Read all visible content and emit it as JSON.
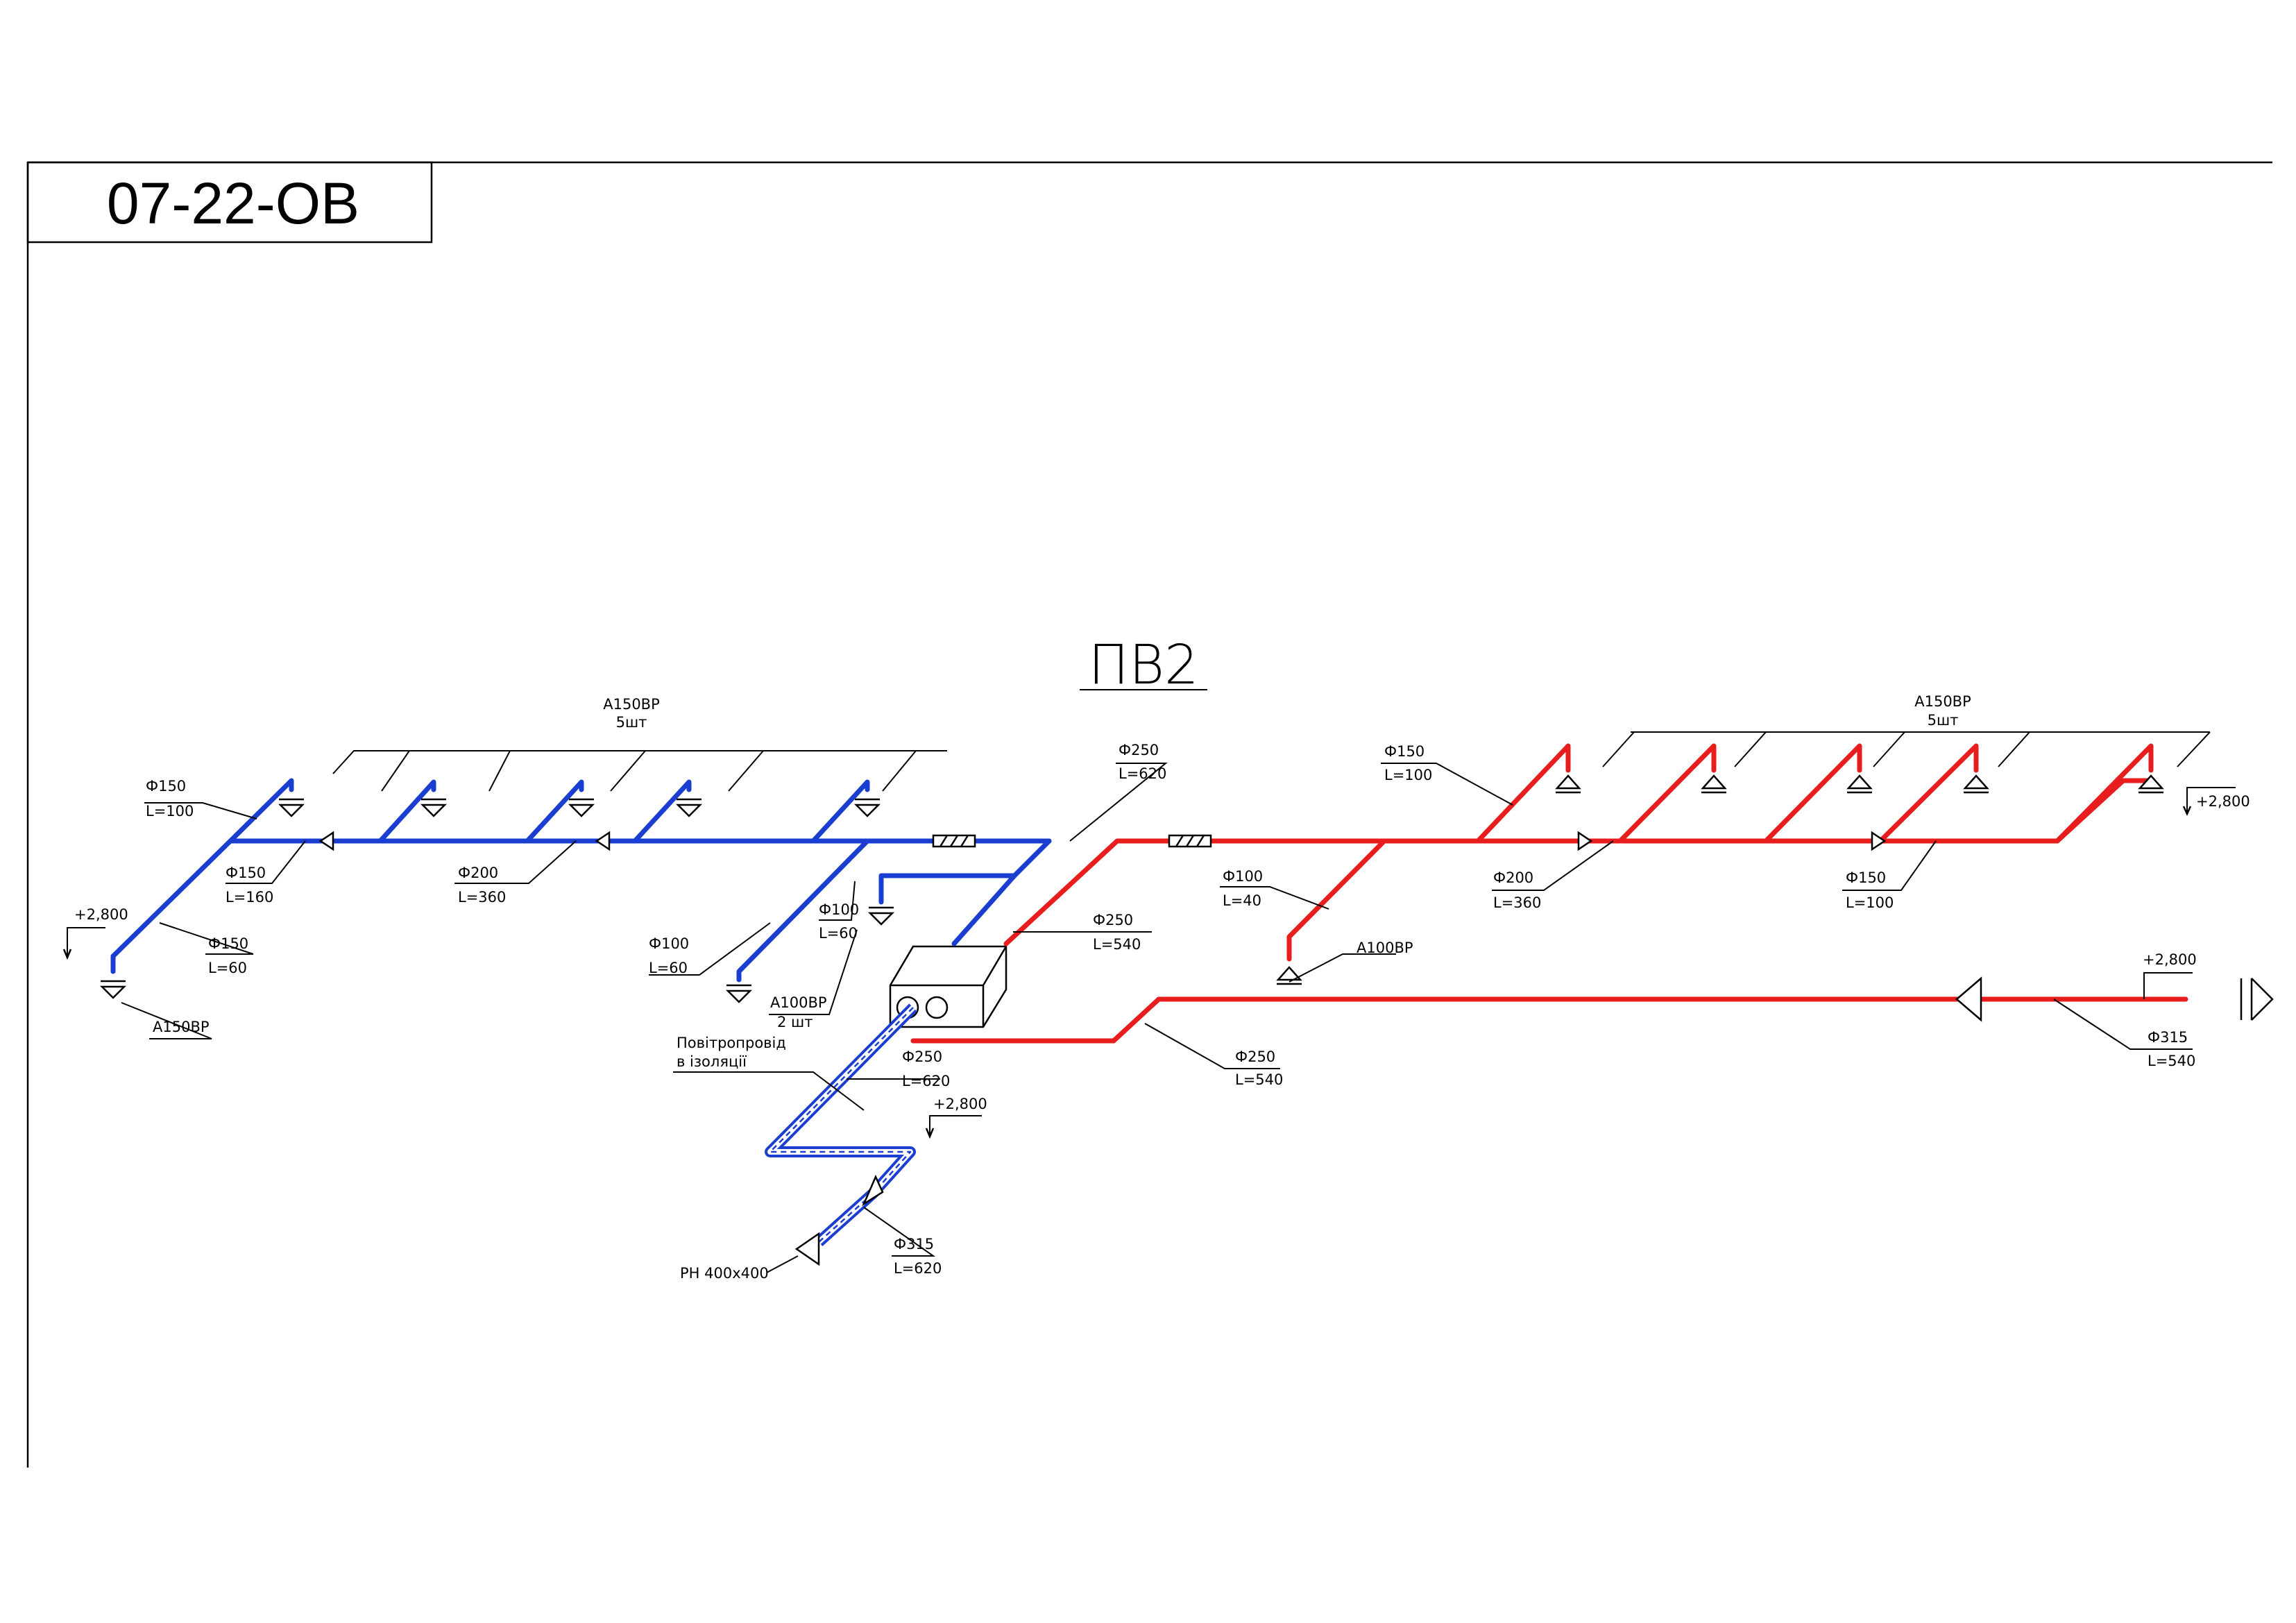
{
  "drawing_code": "07-22-OB",
  "system_title": "ПВ2",
  "supply": {
    "color": "#1a3fd0",
    "labels": {
      "diffusers_top": {
        "type": "А150ВР",
        "count": "5шт"
      },
      "d150_l100": {
        "d": "Ф150",
        "l": "L=100"
      },
      "d150_l160": {
        "d": "Ф150",
        "l": "L=160"
      },
      "d200_l360": {
        "d": "Ф200",
        "l": "L=360"
      },
      "d150_l60": {
        "d": "Ф150",
        "l": "L=60"
      },
      "level_left": "+2,800",
      "diffuser_left": "А150ВР",
      "d250_l620_top": {
        "d": "Ф250",
        "l": "L=620"
      },
      "d100_l60_a": {
        "d": "Ф100",
        "l": "L=60"
      },
      "d100_l60_b": {
        "d": "Ф100",
        "l": "L=60"
      },
      "diffusers_lower": {
        "type": "А100ВР",
        "count": "2 шт"
      }
    }
  },
  "exhaust": {
    "color": "#e81d1d",
    "labels": {
      "diffusers_top": {
        "type": "А150ВР",
        "count": "5шт"
      },
      "d150_l100_top": {
        "d": "Ф150",
        "l": "L=100"
      },
      "level_right": "+2,800",
      "d100_l40": {
        "d": "Ф100",
        "l": "L=40"
      },
      "diffuser_single": "А100ВР",
      "d200_l360": {
        "d": "Ф200",
        "l": "L=360"
      },
      "d150_l100_bottom": {
        "d": "Ф150",
        "l": "L=100"
      },
      "d250_l540_unit": {
        "d": "Ф250",
        "l": "L=540"
      }
    }
  },
  "outdoor": {
    "level_top": "+2,800",
    "d315_l540": {
      "d": "Ф315",
      "l": "L=540"
    },
    "d250_l540": {
      "d": "Ф250",
      "l": "L=540"
    }
  },
  "intake": {
    "duct_note_line1": "Повітропровід",
    "duct_note_line2": "в ізоляції",
    "d250_l620": {
      "d": "Ф250",
      "l": "L=620"
    },
    "level": "+2,800",
    "d315_l620": {
      "d": "Ф315",
      "l": "L=620"
    },
    "grille": "РН 400х400"
  }
}
